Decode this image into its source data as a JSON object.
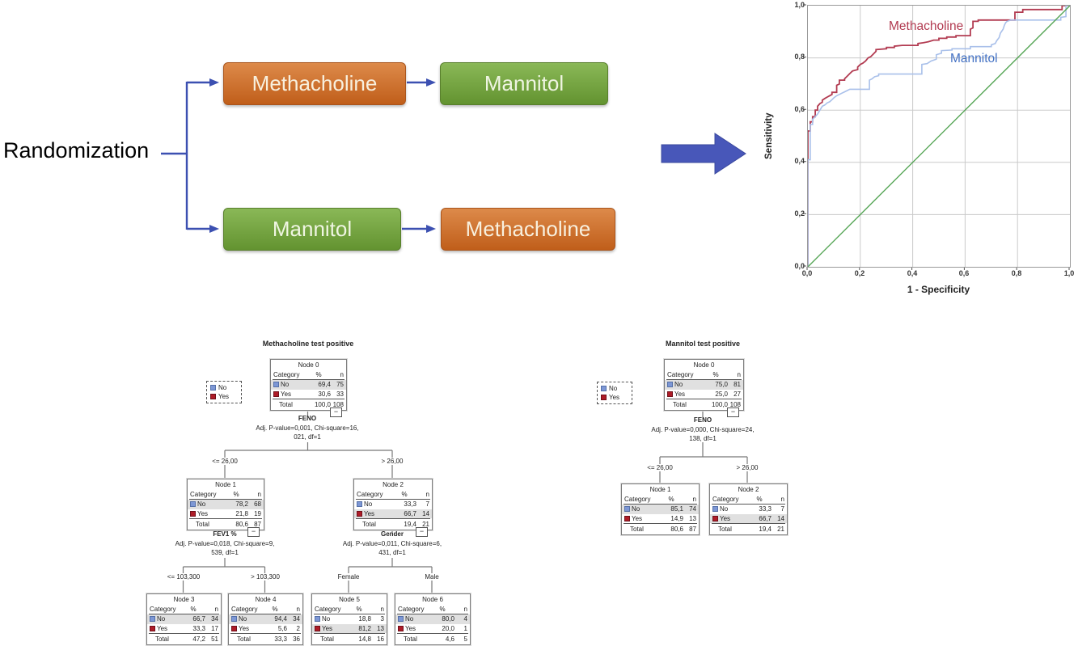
{
  "flow": {
    "randomization_label": "Randomization",
    "arms": [
      {
        "first": "Methacholine",
        "second": "Mannitol"
      },
      {
        "first": "Mannitol",
        "second": "Methacholine"
      }
    ],
    "colors": {
      "methacholine_box": "#c8651f",
      "mannitol_box": "#6fa13c",
      "arrow_blue": "#3c50b1",
      "big_arrow": "#4857b9"
    }
  },
  "roc": {
    "y_label": "Sensitivity",
    "x_label": "1 - Specificity",
    "y_ticks": [
      "1,0",
      "0,8",
      "0,6",
      "0,4",
      "0,2",
      "0,0"
    ],
    "x_ticks": [
      "0,0",
      "0,2",
      "0,4",
      "0,6",
      "0,8",
      "1,0"
    ],
    "axis_range": [
      0,
      1
    ],
    "series": [
      {
        "name": "Methacholine",
        "color": "#b23b51",
        "width": 1.8,
        "points": [
          [
            0,
            0
          ],
          [
            0,
            0.52
          ],
          [
            0.009,
            0.52
          ],
          [
            0.009,
            0.555
          ],
          [
            0.018,
            0.555
          ],
          [
            0.018,
            0.575
          ],
          [
            0.028,
            0.575
          ],
          [
            0.028,
            0.6
          ],
          [
            0.037,
            0.6
          ],
          [
            0.037,
            0.615
          ],
          [
            0.046,
            0.625
          ],
          [
            0.055,
            0.63
          ],
          [
            0.055,
            0.638
          ],
          [
            0.065,
            0.645
          ],
          [
            0.074,
            0.65
          ],
          [
            0.083,
            0.655
          ],
          [
            0.092,
            0.66
          ],
          [
            0.092,
            0.668
          ],
          [
            0.11,
            0.668
          ],
          [
            0.11,
            0.695
          ],
          [
            0.12,
            0.7
          ],
          [
            0.12,
            0.715
          ],
          [
            0.14,
            0.715
          ],
          [
            0.14,
            0.72
          ],
          [
            0.15,
            0.73
          ],
          [
            0.16,
            0.74
          ],
          [
            0.17,
            0.75
          ],
          [
            0.19,
            0.755
          ],
          [
            0.19,
            0.765
          ],
          [
            0.2,
            0.775
          ],
          [
            0.21,
            0.78
          ],
          [
            0.22,
            0.788
          ],
          [
            0.23,
            0.8
          ],
          [
            0.24,
            0.805
          ],
          [
            0.25,
            0.815
          ],
          [
            0.26,
            0.825
          ],
          [
            0.26,
            0.832
          ],
          [
            0.3,
            0.835
          ],
          [
            0.3,
            0.84
          ],
          [
            0.33,
            0.84
          ],
          [
            0.33,
            0.845
          ],
          [
            0.36,
            0.848
          ],
          [
            0.42,
            0.848
          ],
          [
            0.42,
            0.855
          ],
          [
            0.44,
            0.858
          ],
          [
            0.46,
            0.862
          ],
          [
            0.48,
            0.868
          ],
          [
            0.5,
            0.868
          ],
          [
            0.5,
            0.875
          ],
          [
            0.53,
            0.875
          ],
          [
            0.53,
            0.88
          ],
          [
            0.565,
            0.88
          ],
          [
            0.565,
            0.885
          ],
          [
            0.62,
            0.885
          ],
          [
            0.62,
            0.91
          ],
          [
            0.63,
            0.915
          ],
          [
            0.63,
            0.94
          ],
          [
            0.65,
            0.94
          ],
          [
            0.65,
            0.945
          ],
          [
            0.79,
            0.945
          ],
          [
            0.79,
            0.975
          ],
          [
            0.82,
            0.975
          ],
          [
            0.82,
            0.985
          ],
          [
            0.97,
            0.985
          ],
          [
            0.97,
            1
          ],
          [
            1,
            1
          ]
        ]
      },
      {
        "name": "Mannitol",
        "color": "#a9c0ea",
        "label_color": "#4472c4",
        "width": 1.6,
        "points": [
          [
            0,
            0
          ],
          [
            0,
            0.41
          ],
          [
            0.009,
            0.41
          ],
          [
            0.009,
            0.545
          ],
          [
            0.018,
            0.545
          ],
          [
            0.018,
            0.565
          ],
          [
            0.028,
            0.575
          ],
          [
            0.037,
            0.585
          ],
          [
            0.046,
            0.6
          ],
          [
            0.055,
            0.615
          ],
          [
            0.065,
            0.62
          ],
          [
            0.074,
            0.628
          ],
          [
            0.083,
            0.632
          ],
          [
            0.092,
            0.64
          ],
          [
            0.1,
            0.648
          ],
          [
            0.11,
            0.655
          ],
          [
            0.12,
            0.66
          ],
          [
            0.13,
            0.665
          ],
          [
            0.14,
            0.67
          ],
          [
            0.15,
            0.675
          ],
          [
            0.16,
            0.68
          ],
          [
            0.235,
            0.68
          ],
          [
            0.235,
            0.715
          ],
          [
            0.245,
            0.72
          ],
          [
            0.255,
            0.728
          ],
          [
            0.27,
            0.732
          ],
          [
            0.27,
            0.738
          ],
          [
            0.435,
            0.738
          ],
          [
            0.435,
            0.775
          ],
          [
            0.455,
            0.778
          ],
          [
            0.47,
            0.788
          ],
          [
            0.49,
            0.795
          ],
          [
            0.49,
            0.812
          ],
          [
            0.51,
            0.818
          ],
          [
            0.51,
            0.828
          ],
          [
            0.55,
            0.83
          ],
          [
            0.55,
            0.835
          ],
          [
            0.62,
            0.835
          ],
          [
            0.62,
            0.843
          ],
          [
            0.7,
            0.843
          ],
          [
            0.7,
            0.85
          ],
          [
            0.715,
            0.855
          ],
          [
            0.72,
            0.865
          ],
          [
            0.73,
            0.878
          ],
          [
            0.735,
            0.895
          ],
          [
            0.745,
            0.91
          ],
          [
            0.75,
            0.925
          ],
          [
            0.755,
            0.935
          ],
          [
            0.76,
            0.94
          ],
          [
            0.775,
            0.945
          ],
          [
            0.965,
            0.945
          ],
          [
            0.965,
            0.955
          ],
          [
            0.985,
            0.958
          ],
          [
            0.985,
            1
          ],
          [
            1,
            1
          ]
        ]
      },
      {
        "name": "reference-diagonal",
        "color": "#55a555",
        "width": 1.4,
        "points": [
          [
            0,
            0
          ],
          [
            1,
            1
          ]
        ]
      }
    ]
  },
  "tree_common": {
    "category": "Category",
    "pct": "%",
    "n": "n",
    "total": "Total",
    "collapse_glyph": "−",
    "legend": [
      {
        "label": "No",
        "color": "#7d97d5"
      },
      {
        "label": "Yes",
        "color": "#ae1c28"
      }
    ],
    "highlight_color": "#e0e0e0"
  },
  "trees": [
    {
      "title": "Methacholine test positive",
      "nodes": [
        {
          "title": "Node 0",
          "rows": [
            {
              "cat": "No",
              "pct": "69,4",
              "n": "75"
            },
            {
              "cat": "Yes",
              "pct": "30,6",
              "n": "33"
            }
          ],
          "total": {
            "pct": "100,0",
            "n": "108"
          }
        },
        {
          "title": "Node 1",
          "rows": [
            {
              "cat": "No",
              "pct": "78,2",
              "n": "68"
            },
            {
              "cat": "Yes",
              "pct": "21,8",
              "n": "19"
            }
          ],
          "total": {
            "pct": "80,6",
            "n": "87"
          }
        },
        {
          "title": "Node 2",
          "rows": [
            {
              "cat": "No",
              "pct": "33,3",
              "n": "7"
            },
            {
              "cat": "Yes",
              "pct": "66,7",
              "n": "14"
            }
          ],
          "total": {
            "pct": "19,4",
            "n": "21"
          }
        },
        {
          "title": "Node 3",
          "rows": [
            {
              "cat": "No",
              "pct": "66,7",
              "n": "34"
            },
            {
              "cat": "Yes",
              "pct": "33,3",
              "n": "17"
            }
          ],
          "total": {
            "pct": "47,2",
            "n": "51"
          }
        },
        {
          "title": "Node 4",
          "rows": [
            {
              "cat": "No",
              "pct": "94,4",
              "n": "34"
            },
            {
              "cat": "Yes",
              "pct": "5,6",
              "n": "2"
            }
          ],
          "total": {
            "pct": "33,3",
            "n": "36"
          }
        },
        {
          "title": "Node 5",
          "rows": [
            {
              "cat": "No",
              "pct": "18,8",
              "n": "3"
            },
            {
              "cat": "Yes",
              "pct": "81,2",
              "n": "13"
            }
          ],
          "total": {
            "pct": "14,8",
            "n": "16"
          }
        },
        {
          "title": "Node 6",
          "rows": [
            {
              "cat": "No",
              "pct": "80,0",
              "n": "4"
            },
            {
              "cat": "Yes",
              "pct": "20,0",
              "n": "1"
            }
          ],
          "total": {
            "pct": "4,6",
            "n": "5"
          }
        }
      ],
      "splits": [
        {
          "var": "FENO",
          "line1": "Adj. P-value=0,001, Chi-square=16,",
          "line2": "021, df=1"
        },
        {
          "var": "FEV1 %",
          "line1": "Adj. P-value=0,018, Chi-square=9,",
          "line2": "539, df=1"
        },
        {
          "var": "Gender",
          "line1": "Adj. P-value=0,011, Chi-square=6,",
          "line2": "431, df=1"
        }
      ],
      "branches": [
        "<= 26,00",
        "> 26,00",
        "<= 103,300",
        "> 103,300",
        "Female",
        "Male"
      ]
    },
    {
      "title": "Mannitol test positive",
      "nodes": [
        {
          "title": "Node 0",
          "rows": [
            {
              "cat": "No",
              "pct": "75,0",
              "n": "81"
            },
            {
              "cat": "Yes",
              "pct": "25,0",
              "n": "27"
            }
          ],
          "total": {
            "pct": "100,0",
            "n": "108"
          }
        },
        {
          "title": "Node 1",
          "rows": [
            {
              "cat": "No",
              "pct": "85,1",
              "n": "74"
            },
            {
              "cat": "Yes",
              "pct": "14,9",
              "n": "13"
            }
          ],
          "total": {
            "pct": "80,6",
            "n": "87"
          }
        },
        {
          "title": "Node 2",
          "rows": [
            {
              "cat": "No",
              "pct": "33,3",
              "n": "7"
            },
            {
              "cat": "Yes",
              "pct": "66,7",
              "n": "14"
            }
          ],
          "total": {
            "pct": "19,4",
            "n": "21"
          }
        }
      ],
      "splits": [
        {
          "var": "FENO",
          "line1": "Adj. P-value=0,000, Chi-square=24,",
          "line2": "138, df=1"
        }
      ],
      "branches": [
        "<= 26,00",
        "> 26,00"
      ]
    }
  ]
}
